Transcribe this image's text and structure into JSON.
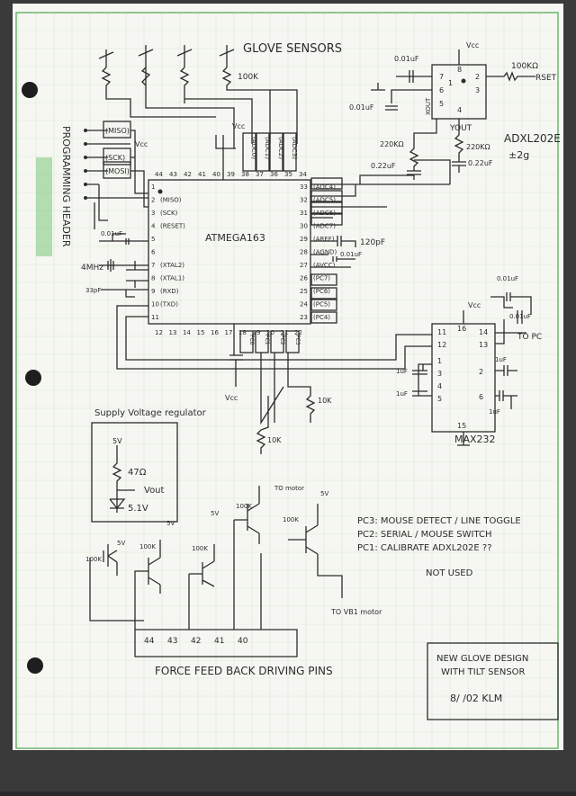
{
  "sheet": {
    "paper_color": "#f6f7f2",
    "grid_color": "#d6ead6",
    "ink_color": "#2b2b2b",
    "border_color": "#5aa55a"
  },
  "glove_sensors": {
    "title": "GLOVE SENSORS",
    "resistor": "100K"
  },
  "programming_header": {
    "title": "PROGRAMMING HEADER",
    "miso": "(MISO)",
    "sck": "(SCK)",
    "mosi": "(MOSI)",
    "vcc": "Vcc"
  },
  "mcu": {
    "name": "ATMEGA163",
    "top_pins": [
      "44",
      "43",
      "42",
      "41",
      "40",
      "39",
      "38",
      "37",
      "36",
      "35",
      "34"
    ],
    "top_adc": [
      "(ADC0)",
      "(ADC1)",
      "(ADC2)",
      "(ADC3)"
    ],
    "left_pins": [
      {
        "num": "1",
        "label": ""
      },
      {
        "num": "2",
        "label": "(MISO)"
      },
      {
        "num": "3",
        "label": "(SCK)"
      },
      {
        "num": "4",
        "label": "(RESET)"
      },
      {
        "num": "5",
        "label": ""
      },
      {
        "num": "6",
        "label": ""
      },
      {
        "num": "7",
        "label": "(XTAL2)"
      },
      {
        "num": "8",
        "label": "(XTAL1)"
      },
      {
        "num": "9",
        "label": "(RXD)"
      },
      {
        "num": "10",
        "label": "(TXD)"
      },
      {
        "num": "11",
        "label": ""
      }
    ],
    "right_pins": [
      {
        "num": "33",
        "label": "(ADC4)"
      },
      {
        "num": "32",
        "label": "(ADC5)"
      },
      {
        "num": "31",
        "label": "(ADC6)"
      },
      {
        "num": "30",
        "label": "(ADC7)"
      },
      {
        "num": "29",
        "label": "(AREF)"
      },
      {
        "num": "28",
        "label": "(AGND)"
      },
      {
        "num": "27",
        "label": "(AVCC)"
      },
      {
        "num": "26",
        "label": "(PC7)"
      },
      {
        "num": "25",
        "label": "(PC6)"
      },
      {
        "num": "24",
        "label": "(PC5)"
      },
      {
        "num": "23",
        "label": "(PC4)"
      }
    ],
    "bottom_pins": [
      "12",
      "13",
      "14",
      "15",
      "16",
      "17",
      "18",
      "19",
      "20",
      "21",
      "22"
    ],
    "bottom_pc": [
      "PC0",
      "PC1",
      "PC2",
      "PC3"
    ],
    "crystal": "4MHz",
    "cap_left": "0.01uF",
    "cap_xtal": "33pF",
    "cap_aref": "120pF",
    "cap_avcc": "0.01uF",
    "vcc": "Vcc"
  },
  "accelerometer": {
    "name": "ADXL202E",
    "range": "±2g",
    "cap_top": "0.01uF",
    "cap_left": "0.01uF",
    "r_set": "100KΩ",
    "set_label": "RSET",
    "pins": [
      "8",
      "7",
      "6",
      "5",
      "4",
      "3",
      "2",
      "1"
    ],
    "xout": "XOUT",
    "yout": "YOUT",
    "r1": "220KΩ",
    "r2": "220KΩ",
    "c1": "0.22uF",
    "c2": "0.22uF",
    "vcc": "Vcc"
  },
  "max232": {
    "name": "MAX232",
    "left_pins": [
      "11",
      "12",
      "1",
      "3",
      "4",
      "5"
    ],
    "right_pins": [
      "14",
      "13",
      "2",
      "6"
    ],
    "top_pin": "16",
    "bottom_pin": "15",
    "cap_top": "0.01uF",
    "cap_top2": "0.01uF",
    "cap_1": "1uF",
    "cap_2": "1uF",
    "cap_3": "1uF",
    "cap_4": "1uF",
    "to_pc": "TO PC",
    "vcc": "Vcc"
  },
  "switches": {
    "r1": "10K",
    "r2": "10K",
    "vcc": "Vcc"
  },
  "regulator": {
    "title": "Supply Voltage regulator",
    "v5": "5V",
    "resistor": "47Ω",
    "vout": "Vout",
    "zener": "5.1V"
  },
  "force_feedback": {
    "title": "FORCE FEED BACK DRIVING PINS",
    "pins": [
      "44",
      "43",
      "42",
      "41",
      "40"
    ],
    "r": "100K",
    "v5": "5V",
    "to_motor": "TO motor",
    "to_vb1": "TO VB1 motor"
  },
  "notes": {
    "pc3": "PC3: MOUSE DETECT / LINE TOGGLE",
    "pc2": "PC2: SERIAL / MOUSE SWITCH",
    "pc1": "PC1: CALIBRATE ADXL202E ??",
    "not_used": "NOT USED"
  },
  "title_block": {
    "line1": "NEW GLOVE DESIGN",
    "line2": "WITH TILT SENSOR",
    "date": "8/ /02 KLM"
  }
}
